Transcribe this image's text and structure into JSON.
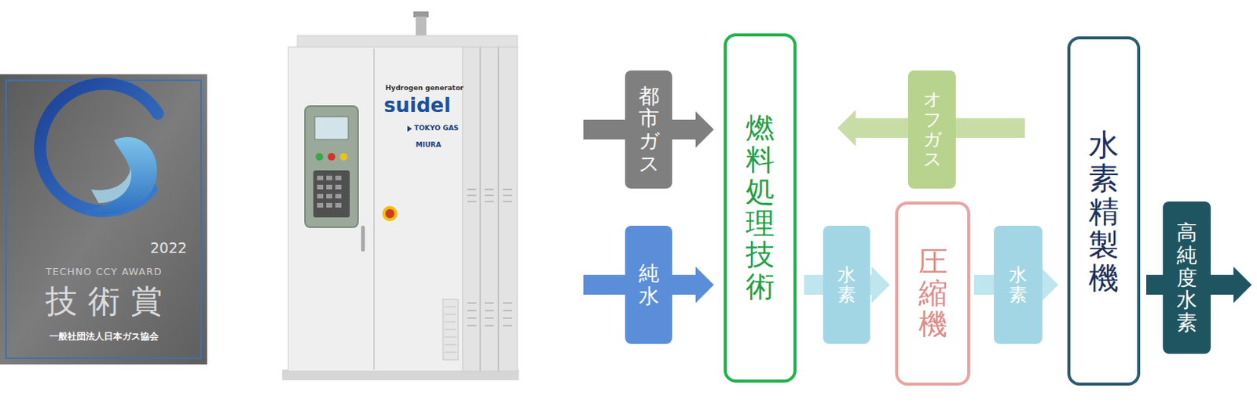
{
  "diagram": {
    "nodes": [
      {
        "text": [
          "都市ガス"
        ]
      },
      {
        "text": [
          "純水"
        ]
      },
      {
        "text": [
          "燃料処理技術"
        ]
      },
      {
        "text": [
          "圧縮機"
        ]
      },
      {
        "text": [
          "水素精製機"
        ]
      },
      {
        "text": [
          "高純度水素"
        ]
      }
    ],
    "edges": [
      {
        "from": 0,
        "to": 2,
        "arrow": "to"
      },
      {
        "from": 1,
        "to": 2,
        "arrow": "to"
      },
      {
        "from": 2,
        "to": 3,
        "label": "水素",
        "arrow": "to"
      },
      {
        "from": 3,
        "to": 4,
        "label": "水素",
        "arrow": "to"
      },
      {
        "from": 4,
        "to": 2,
        "label": "オフガス",
        "arrow": "to"
      },
      {
        "from": 4,
        "to": 5,
        "arrow": "to"
      }
    ],
    "labels": [
      "Hydrogen generator",
      "suidel",
      "TOKYO GAS",
      "MIURA",
      "2022",
      "TECHNO CCY AWARD",
      "技術賞",
      "一般社団法人日本ガス協会"
    ]
  }
}
